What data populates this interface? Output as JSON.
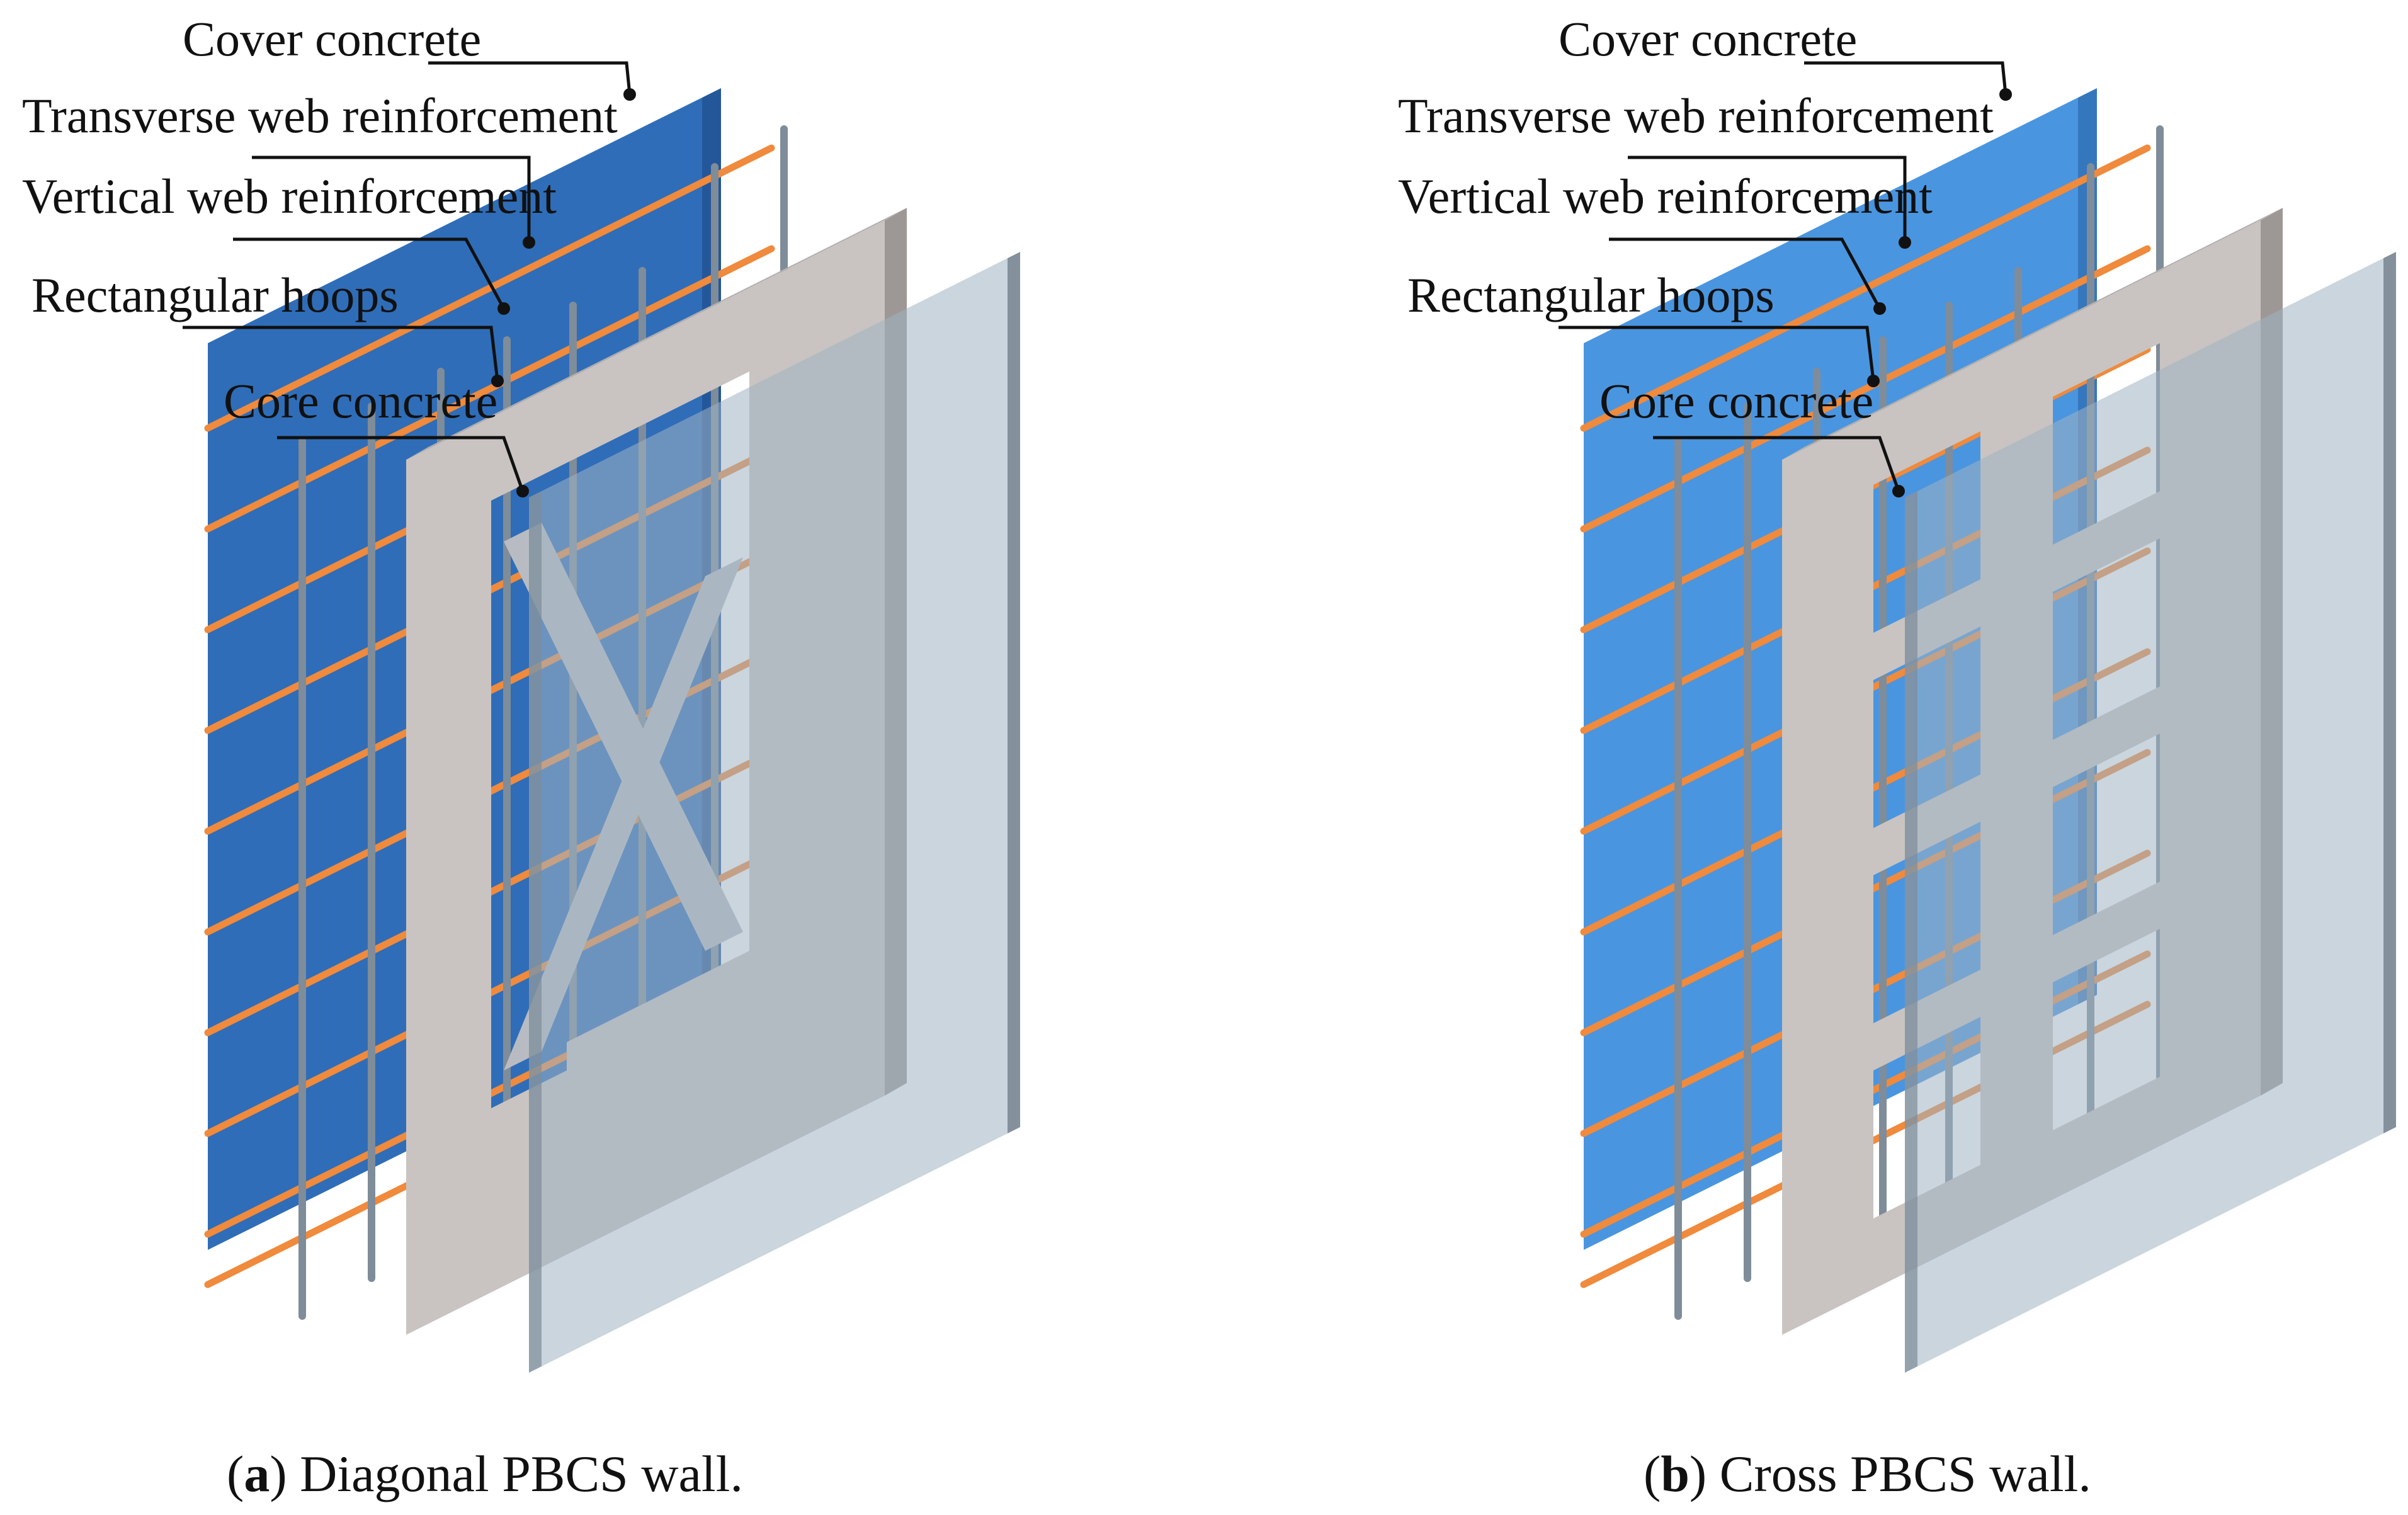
{
  "colors": {
    "cover_concrete": "#3f82d0",
    "cover_concrete_light": "#5aa2e8",
    "transverse_reinforcement": "#f08a3c",
    "vertical_reinforcement": "#8a97a4",
    "core_concrete": "#c7c2bf",
    "front_cover": "#a9bac8",
    "leader_line": "#111111"
  },
  "panels": [
    {
      "labels": {
        "cover_concrete": "Cover concrete",
        "transverse_web_reinforcement": "Transverse web reinforcement",
        "vertical_web_reinforcement": "Vertical web reinforcement",
        "rectangular_hoops": "Rectangular hoops",
        "core_concrete": "Core concrete"
      },
      "caption": {
        "open": "(",
        "letter": "a",
        "rest": ") Diagonal PBCS wall."
      }
    },
    {
      "labels": {
        "cover_concrete": "Cover concrete",
        "transverse_web_reinforcement": "Transverse web reinforcement",
        "vertical_web_reinforcement": "Vertical web reinforcement",
        "rectangular_hoops": "Rectangular hoops",
        "core_concrete": "Core concrete"
      },
      "caption": {
        "open": "(",
        "letter": "b",
        "rest": ") Cross PBCS wall."
      }
    }
  ]
}
